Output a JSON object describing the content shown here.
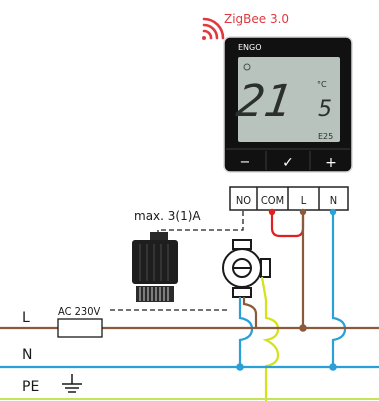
{
  "wireless_badge": {
    "text": "ZigBee 3.0",
    "color": "#e0393e"
  },
  "thermostat": {
    "brand": "ENGO",
    "temperature_main": "21",
    "temperature_decimal": "5",
    "unit": "°C",
    "model": "E25",
    "buttons": [
      "−",
      "✓",
      "+"
    ],
    "body_color": "#111111",
    "screen_color": "#b9c3bd"
  },
  "terminal_block": {
    "labels": [
      "NO",
      "COM",
      "L",
      "N"
    ]
  },
  "load_note": "max. 3(1)A",
  "supply_label": "AC 230V",
  "lines": [
    {
      "label": "L",
      "color": "#8b5a3c"
    },
    {
      "label": "N",
      "color": "#2a9fd8"
    },
    {
      "label": "PE",
      "color": "#c7e35a"
    }
  ],
  "wire_colors": {
    "bridge": "#e02020",
    "earth": "#d4e21a",
    "live": "#8b5a3c",
    "neutral": "#2a9fd8"
  }
}
